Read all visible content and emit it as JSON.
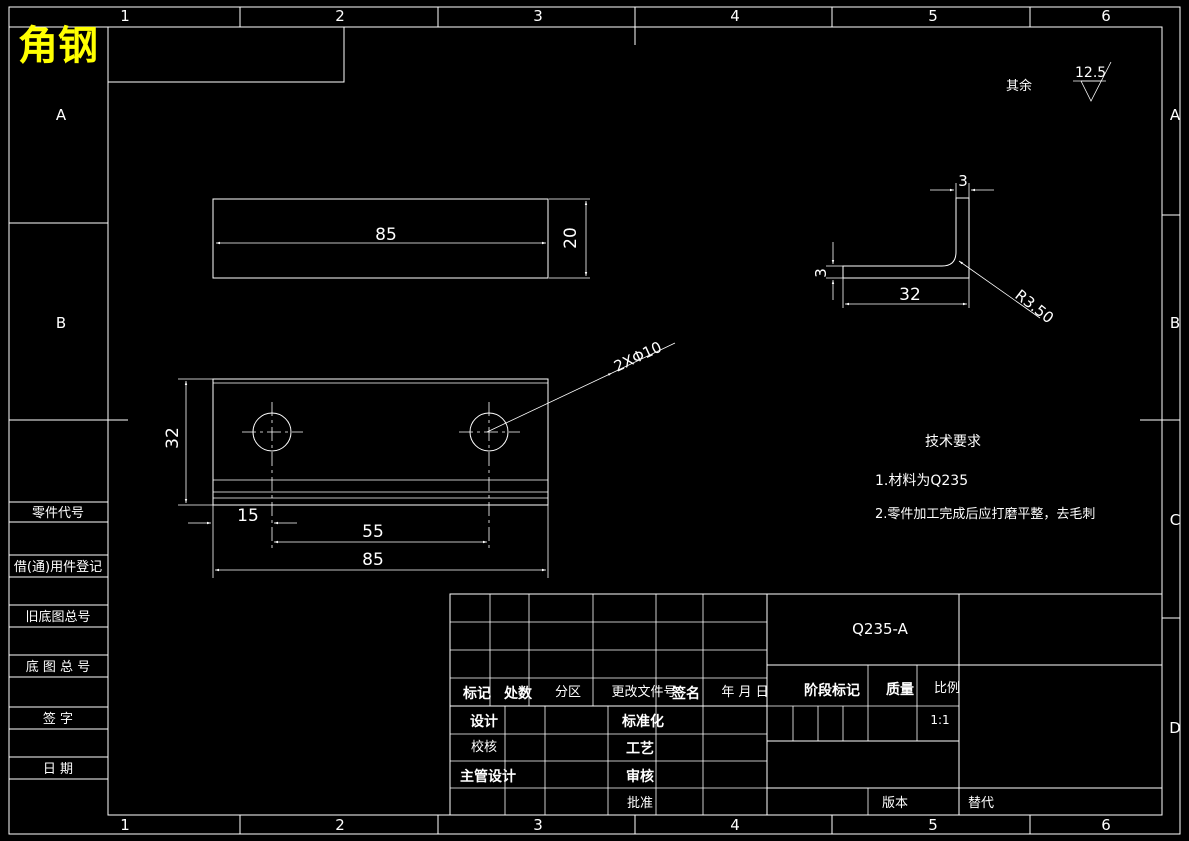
{
  "title": "角钢",
  "colors": {
    "background": "#000000",
    "lines": "#ffffff",
    "title": "#ffff00"
  },
  "border": {
    "columns": [
      "1",
      "2",
      "3",
      "4",
      "5",
      "6"
    ],
    "rows_left": [
      "A",
      "B"
    ],
    "rows_right": [
      "A",
      "B",
      "C",
      "D"
    ]
  },
  "left_panel": {
    "part_code": "零件代号",
    "borrow_register": "借(通)用件登记",
    "old_drawing_no": "旧底图总号",
    "base_drawing_no": "底 图 总 号",
    "signature": "签    字",
    "date": "日    期"
  },
  "roughness": {
    "label": "其余",
    "value": "12.5"
  },
  "top_view": {
    "length": "85",
    "width": "20"
  },
  "front_view": {
    "height": "32",
    "hole_offset": "15",
    "hole_spacing": "55",
    "length": "85",
    "hole_callout": "2XΦ10"
  },
  "section_view": {
    "thickness_top": "3",
    "thickness_side": "3",
    "leg": "32",
    "radius": "R3.50"
  },
  "tech_req": {
    "heading": "技术要求",
    "line1": "1.材料为Q235",
    "line2": "2.零件加工完成后应打磨平整，去毛刺"
  },
  "title_block": {
    "material": "Q235-A",
    "mark": "标记",
    "count": "处数",
    "zone": "分区",
    "change_doc": "更改文件号",
    "sign": "签名",
    "ymd": "年 月 日",
    "stage_mark": "阶段标记",
    "mass": "质量",
    "scale": "比例",
    "scale_value": "1:1",
    "design": "设计",
    "standardize": "标准化",
    "check": "校核",
    "process": "工艺",
    "chief_design": "主管设计",
    "review": "审核",
    "approve": "批准",
    "version": "版本",
    "replace": "替代"
  }
}
